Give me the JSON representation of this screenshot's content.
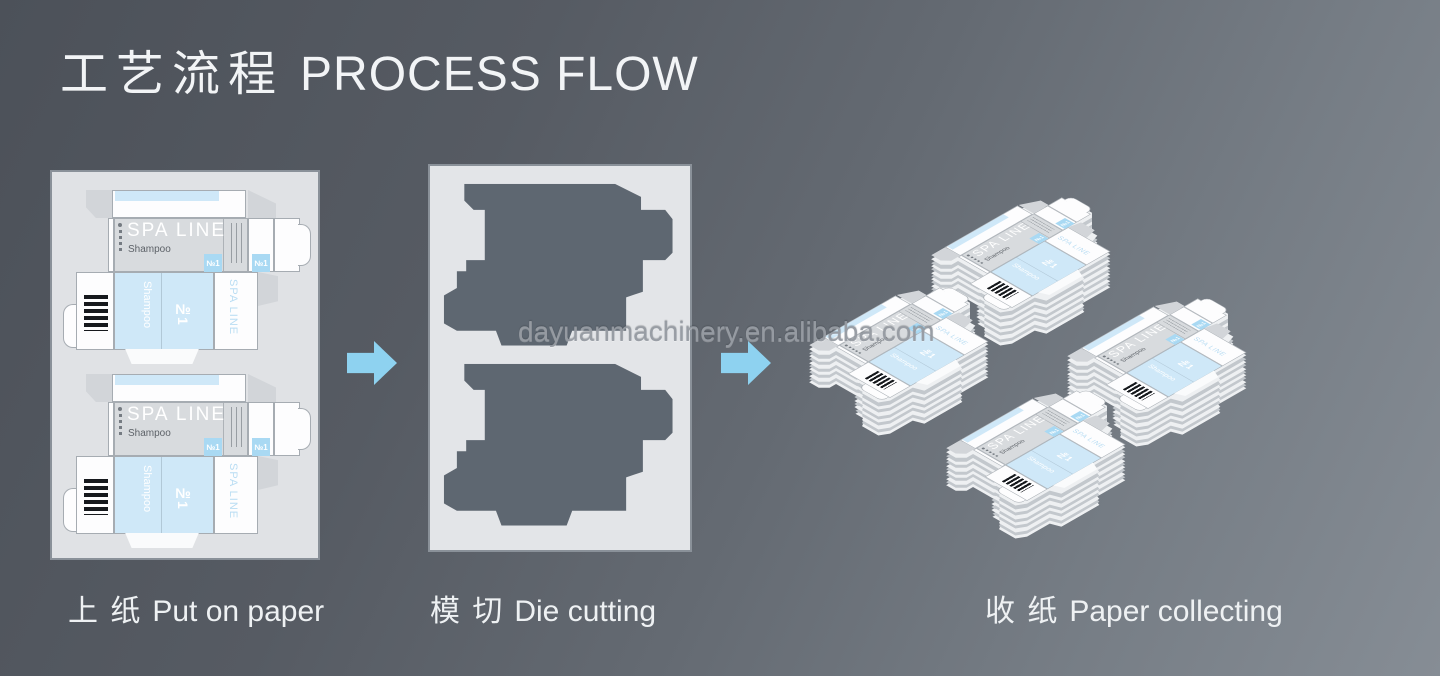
{
  "title": {
    "zh": "工艺流程",
    "en": "PROCESS FLOW"
  },
  "watermark": "dayuanmachinery.en.alibaba.com",
  "steps": [
    {
      "label_zh": "上 纸",
      "label_en": "Put on paper"
    },
    {
      "label_zh": "模 切",
      "label_en": "Die cutting"
    },
    {
      "label_zh": "收 纸",
      "label_en": "Paper collecting"
    }
  ],
  "dieline": {
    "brand": "SPA LINE",
    "product": "Shampoo",
    "badge": "№1"
  },
  "colors": {
    "background_dark": "#4c5159",
    "background_light": "#868d95",
    "plate": "#e0e2e5",
    "die_fill": "#5e6771",
    "panel_blue": "#cfe8f8",
    "badge_blue": "#a9d9f3",
    "arrow_blue": "#8ed2f0"
  }
}
